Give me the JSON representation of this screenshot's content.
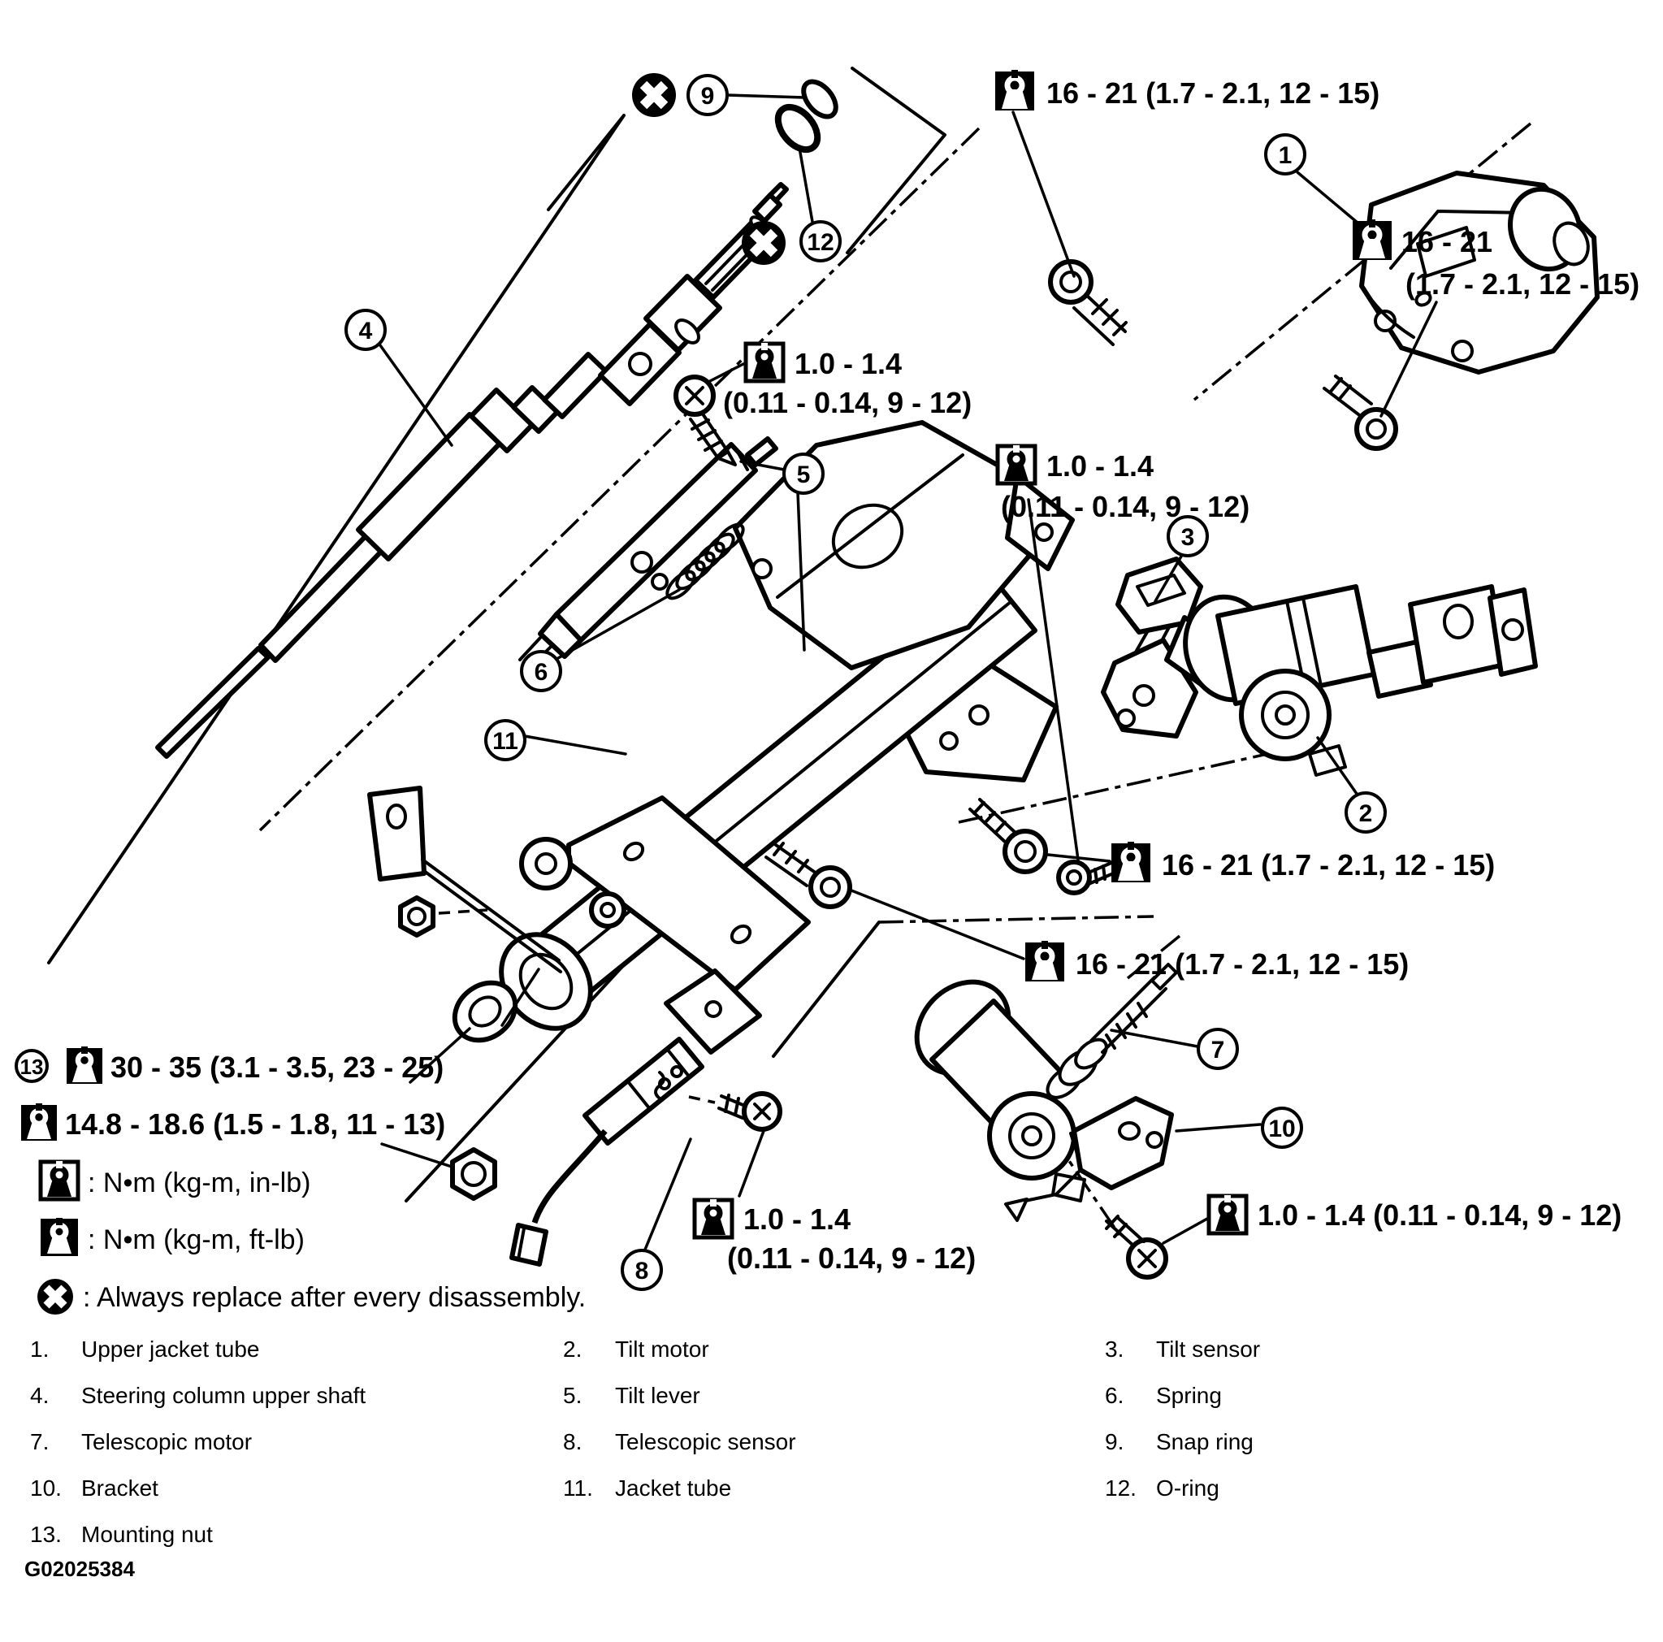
{
  "figure_id": "G02025384",
  "colors": {
    "line": "#000000",
    "background": "#ffffff"
  },
  "torque_specs": {
    "upper_bracket_top": "16 - 21 (1.7 - 2.1, 12 - 15)",
    "upper_bracket_side_line1": "16 - 21",
    "upper_bracket_side_line2": "(1.7 - 2.1, 12 - 15)",
    "tilt_lever_screw_line1": "1.0 - 1.4",
    "tilt_lever_screw_line2": "(0.11 - 0.14, 9 - 12)",
    "tilt_sensor_screw_line1": "1.0 - 1.4",
    "tilt_sensor_screw_line2": "(0.11 - 0.14, 9 - 12)",
    "column_bolt_upper": "16 - 21 (1.7 - 2.1, 12 - 15)",
    "column_bolt_lower": "16 - 21 (1.7 - 2.1, 12 - 15)",
    "mounting_nut": "30 - 35 (3.1 - 3.5, 23 - 25)",
    "lower_shaft_nut": "14.8 - 18.6 (1.5 - 1.8, 11 - 13)",
    "telescopic_sensor_screw_line1": "1.0 - 1.4",
    "telescopic_sensor_screw_line2": "(0.11 - 0.14, 9 - 12)",
    "bracket_screw": "1.0 - 1.4 (0.11 - 0.14, 9 - 12)"
  },
  "legend": {
    "in_lb": ": N•m  (kg-m,  in-lb)",
    "ft_lb": ": N•m  (kg-m,  ft-lb)",
    "replace": ": Always replace after every disassembly."
  },
  "callouts": {
    "c1": "1",
    "c2": "2",
    "c3": "3",
    "c4": "4",
    "c5": "5",
    "c6": "6",
    "c7": "7",
    "c8": "8",
    "c9": "9",
    "c10": "10",
    "c11": "11",
    "c12": "12",
    "c13": "13"
  },
  "parts": [
    {
      "num": "1.",
      "name": "Upper jacket tube"
    },
    {
      "num": "2.",
      "name": "Tilt motor"
    },
    {
      "num": "3.",
      "name": "Tilt sensor"
    },
    {
      "num": "4.",
      "name": "Steering column upper shaft"
    },
    {
      "num": "5.",
      "name": "Tilt lever"
    },
    {
      "num": "6.",
      "name": "Spring"
    },
    {
      "num": "7.",
      "name": "Telescopic motor"
    },
    {
      "num": "8.",
      "name": "Telescopic sensor"
    },
    {
      "num": "9.",
      "name": "Snap ring"
    },
    {
      "num": "10.",
      "name": "Bracket"
    },
    {
      "num": "11.",
      "name": "Jacket tube"
    },
    {
      "num": "12.",
      "name": "O-ring"
    },
    {
      "num": "13.",
      "name": "Mounting nut"
    }
  ]
}
